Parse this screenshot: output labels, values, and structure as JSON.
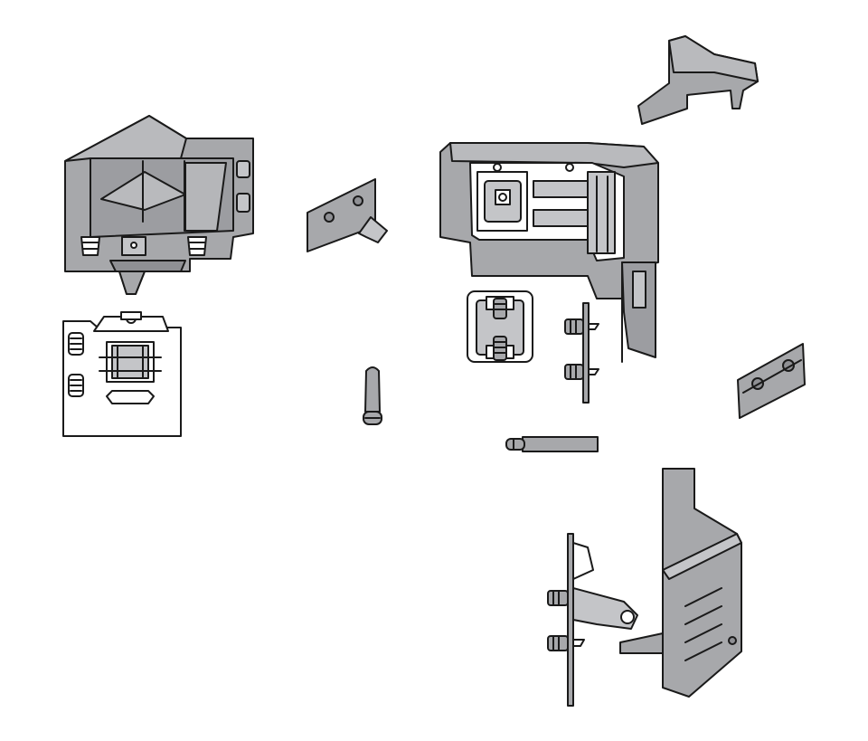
{
  "diagram": {
    "kind": "exploded-hardware-parts-illustration",
    "colors": {
      "background": "#ffffff",
      "part_fill": "#a7a8ab",
      "part_fill_dark": "#8f9094",
      "part_fill_light": "#c4c5c8",
      "outline": "#1a1a1a",
      "plate_fill": "#ffffff"
    },
    "parts": [
      "front-bracket-assembly",
      "left-mounting-plate",
      "small-clip-bracket",
      "dowel-pin",
      "rear-corner-housing",
      "top-cap-piece",
      "adapter-square-plate",
      "screw-rail-vertical",
      "angled-slot-plate",
      "horizontal-rod",
      "side-panel",
      "side-hinge-clip"
    ]
  }
}
